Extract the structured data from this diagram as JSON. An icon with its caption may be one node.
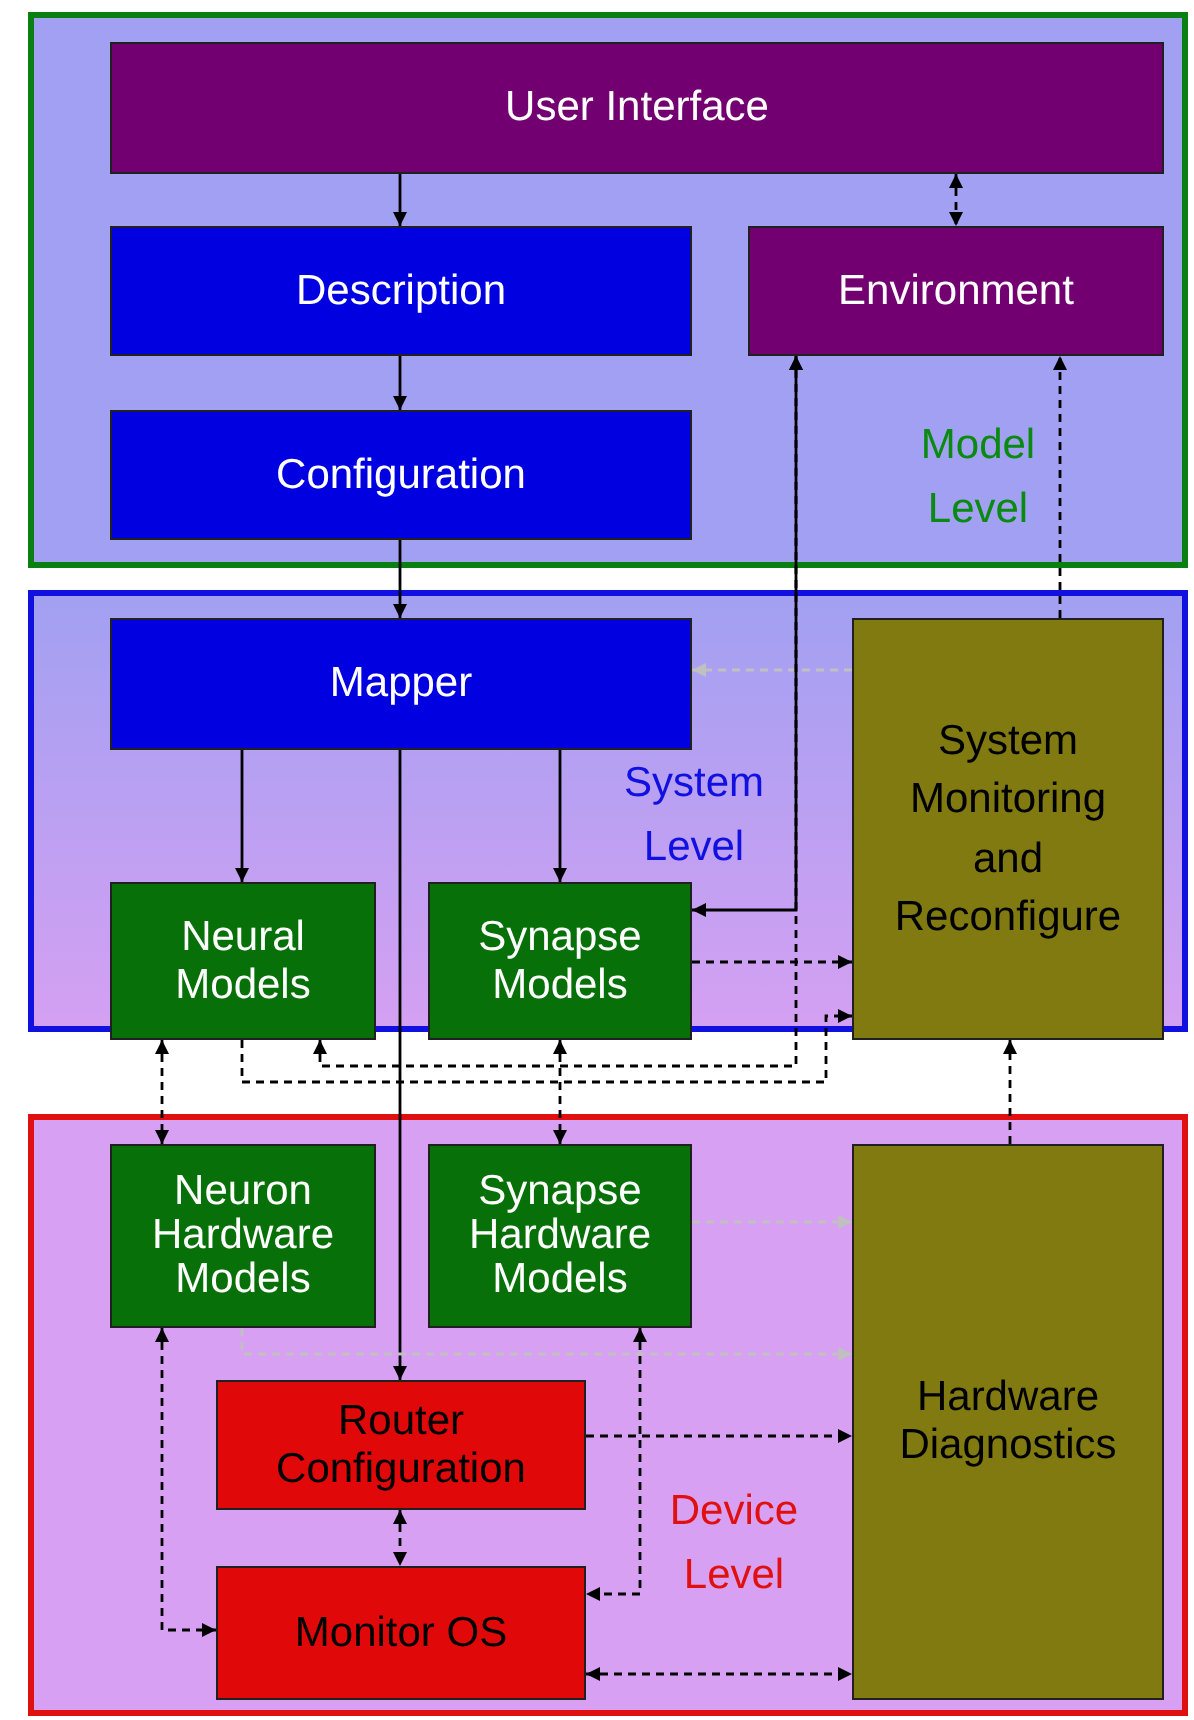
{
  "diagram": {
    "nodes": [
      {
        "text": [
          "Model Level"
        ]
      },
      {
        "text": [
          "User Interface"
        ],
        "in": 0
      },
      {
        "text": [
          "Description"
        ],
        "in": 0
      },
      {
        "text": [
          "Environment"
        ],
        "in": 0
      },
      {
        "text": [
          "Configuration"
        ],
        "in": 0
      },
      {
        "text": [
          "System Level"
        ]
      },
      {
        "text": [
          "Mapper"
        ],
        "in": 5
      },
      {
        "text": [
          "System Monitoring and Reconfigure"
        ],
        "in": 5
      },
      {
        "text": [
          "Neural Models"
        ],
        "in": 5
      },
      {
        "text": [
          "Synapse Models"
        ],
        "in": 5
      },
      {
        "text": [
          "Device Level"
        ]
      },
      {
        "text": [
          "Neuron Hardware Models"
        ],
        "in": 10
      },
      {
        "text": [
          "Synapse Hardware Models"
        ],
        "in": 10
      },
      {
        "text": [
          "Hardware Diagnostics"
        ],
        "in": 10
      },
      {
        "text": [
          "Router Configuration"
        ],
        "in": 10
      },
      {
        "text": [
          "Monitor OS"
        ],
        "in": 10
      }
    ],
    "edges": [
      {
        "from": 1,
        "to": 2,
        "arrow": "to"
      },
      {
        "from": 2,
        "to": 4,
        "arrow": "to"
      },
      {
        "from": 1,
        "to": 3,
        "arrow": "both",
        "style": "dashed"
      },
      {
        "from": 4,
        "to": 6,
        "arrow": "to"
      },
      {
        "from": 6,
        "to": 8,
        "arrow": "to"
      },
      {
        "from": 6,
        "to": 9,
        "arrow": "to"
      },
      {
        "from": 6,
        "to": 14,
        "arrow": "to"
      },
      {
        "from": 7,
        "to": 6,
        "arrow": "to",
        "style": "dashed",
        "color": "#c0c0c0"
      },
      {
        "from": 7,
        "to": 3,
        "arrow": "to",
        "style": "dashed"
      },
      {
        "from": 3,
        "to": 9,
        "arrow": "both"
      },
      {
        "from": 3,
        "to": 8,
        "arrow": "both",
        "style": "dashed"
      },
      {
        "from": 9,
        "to": 7,
        "arrow": "to",
        "style": "dashed"
      },
      {
        "from": 8,
        "to": 7,
        "arrow": "to",
        "style": "dashed"
      },
      {
        "from": 8,
        "to": 11,
        "arrow": "both",
        "style": "dashed"
      },
      {
        "from": 9,
        "to": 12,
        "arrow": "both",
        "style": "dashed"
      },
      {
        "from": 13,
        "to": 7,
        "arrow": "to",
        "style": "dashed"
      },
      {
        "from": 12,
        "to": 13,
        "arrow": "to",
        "style": "dashed",
        "color": "#c0c0c0"
      },
      {
        "from": 11,
        "to": 13,
        "arrow": "to",
        "style": "dashed",
        "color": "#c0c0c0"
      },
      {
        "from": 11,
        "to": 15,
        "arrow": "both",
        "style": "dashed"
      },
      {
        "from": 14,
        "to": 15,
        "arrow": "both",
        "style": "dashed"
      },
      {
        "from": 12,
        "to": 15,
        "arrow": "both",
        "style": "dashed"
      },
      {
        "from": 14,
        "to": 13,
        "arrow": "to",
        "style": "dashed"
      },
      {
        "from": 15,
        "to": 13,
        "arrow": "both",
        "style": "dashed"
      }
    ]
  }
}
